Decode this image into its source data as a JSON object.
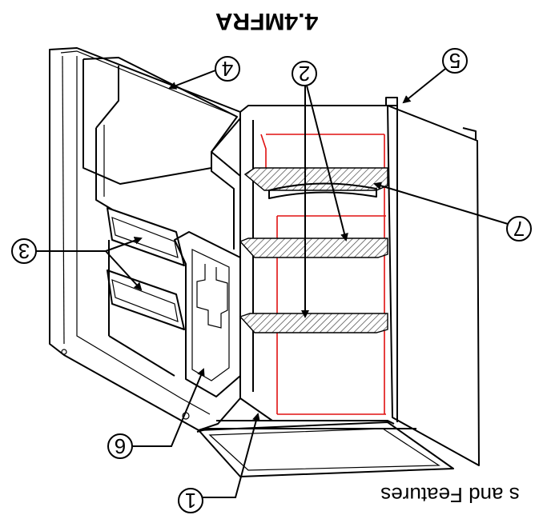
{
  "title": "4.4MFRA",
  "caption": "s and Features",
  "callouts": [
    "1",
    "2",
    "3",
    "4",
    "5",
    "6",
    "7"
  ]
}
